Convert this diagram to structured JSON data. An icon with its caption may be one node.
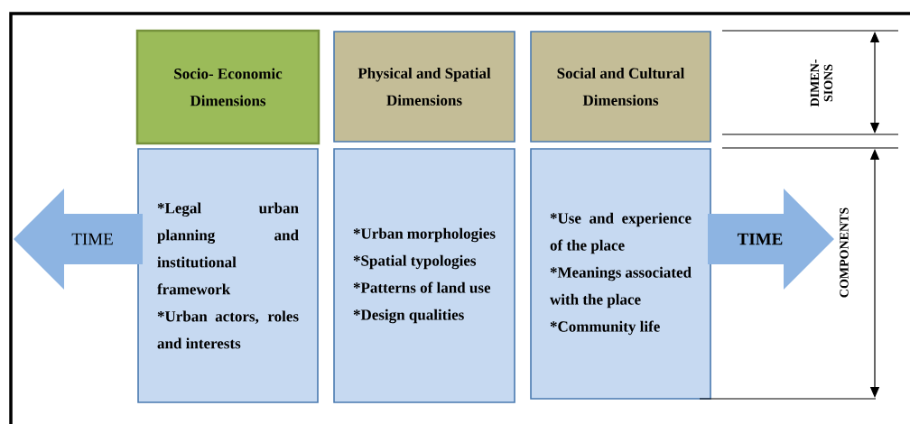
{
  "diagram": {
    "nodes": [
      {
        "text": [
          "Socio- Economic Dimensions"
        ]
      },
      {
        "text": [
          "Physical and Spatial Dimensions"
        ]
      },
      {
        "text": [
          "Social and Cultural Dimensions"
        ]
      },
      {
        "text": [
          "*Legal urban planning and institutional framework",
          "*Urban actors, roles and interests"
        ]
      },
      {
        "text": [
          "*Urban morphologies",
          "*Spatial typologies",
          "*Patterns of land use",
          "*Design qualities"
        ]
      },
      {
        "text": [
          "*Use and experience of the place",
          "*Meanings associated with the place",
          "*Community life"
        ]
      },
      {
        "text": [
          "TIME"
        ]
      },
      {
        "text": [
          "TIME"
        ]
      }
    ],
    "labels": [
      "DIMEN- SIONS",
      "COMPONENTS"
    ]
  }
}
